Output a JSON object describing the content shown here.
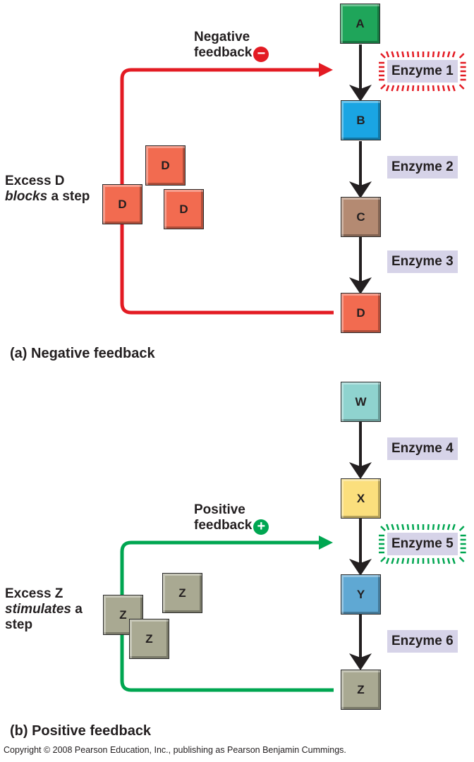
{
  "colors": {
    "negative": "#e31b23",
    "positive": "#00a651",
    "enzyme_bg": "#d6d3e8",
    "A": "#1fa55a",
    "B": "#1aa5e3",
    "C": "#b48a72",
    "D": "#f26b50",
    "W": "#8fd3cf",
    "X": "#fbdf7d",
    "Y": "#5fa8d3",
    "Z": "#a9a992"
  },
  "panel_a": {
    "caption": "(a) Negative feedback",
    "feedback_label_line1": "Negative",
    "feedback_label_line2": "feedback",
    "feedback_sign": "−",
    "excess_line1": "Excess D",
    "excess_italic": "blocks",
    "excess_rest": " a step",
    "pathway": [
      "A",
      "B",
      "C",
      "D"
    ],
    "enzymes": [
      "Enzyme 1",
      "Enzyme 2",
      "Enzyme 3"
    ],
    "highlighted_enzyme": "Enzyme 1",
    "excess_molecules": [
      "D",
      "D",
      "D"
    ]
  },
  "panel_b": {
    "caption": "(b) Positive feedback",
    "feedback_label_line1": "Positive",
    "feedback_label_line2": "feedback",
    "feedback_sign": "+",
    "excess_line1": "Excess Z",
    "excess_italic": "stimulates",
    "excess_rest": " a",
    "excess_line3": "step",
    "pathway": [
      "W",
      "X",
      "Y",
      "Z"
    ],
    "enzymes": [
      "Enzyme 4",
      "Enzyme 5",
      "Enzyme 6"
    ],
    "highlighted_enzyme": "Enzyme 5",
    "excess_molecules": [
      "Z",
      "Z",
      "Z"
    ]
  },
  "copyright": "Copyright © 2008 Pearson Education, Inc., publishing as Pearson Benjamin Cummings."
}
